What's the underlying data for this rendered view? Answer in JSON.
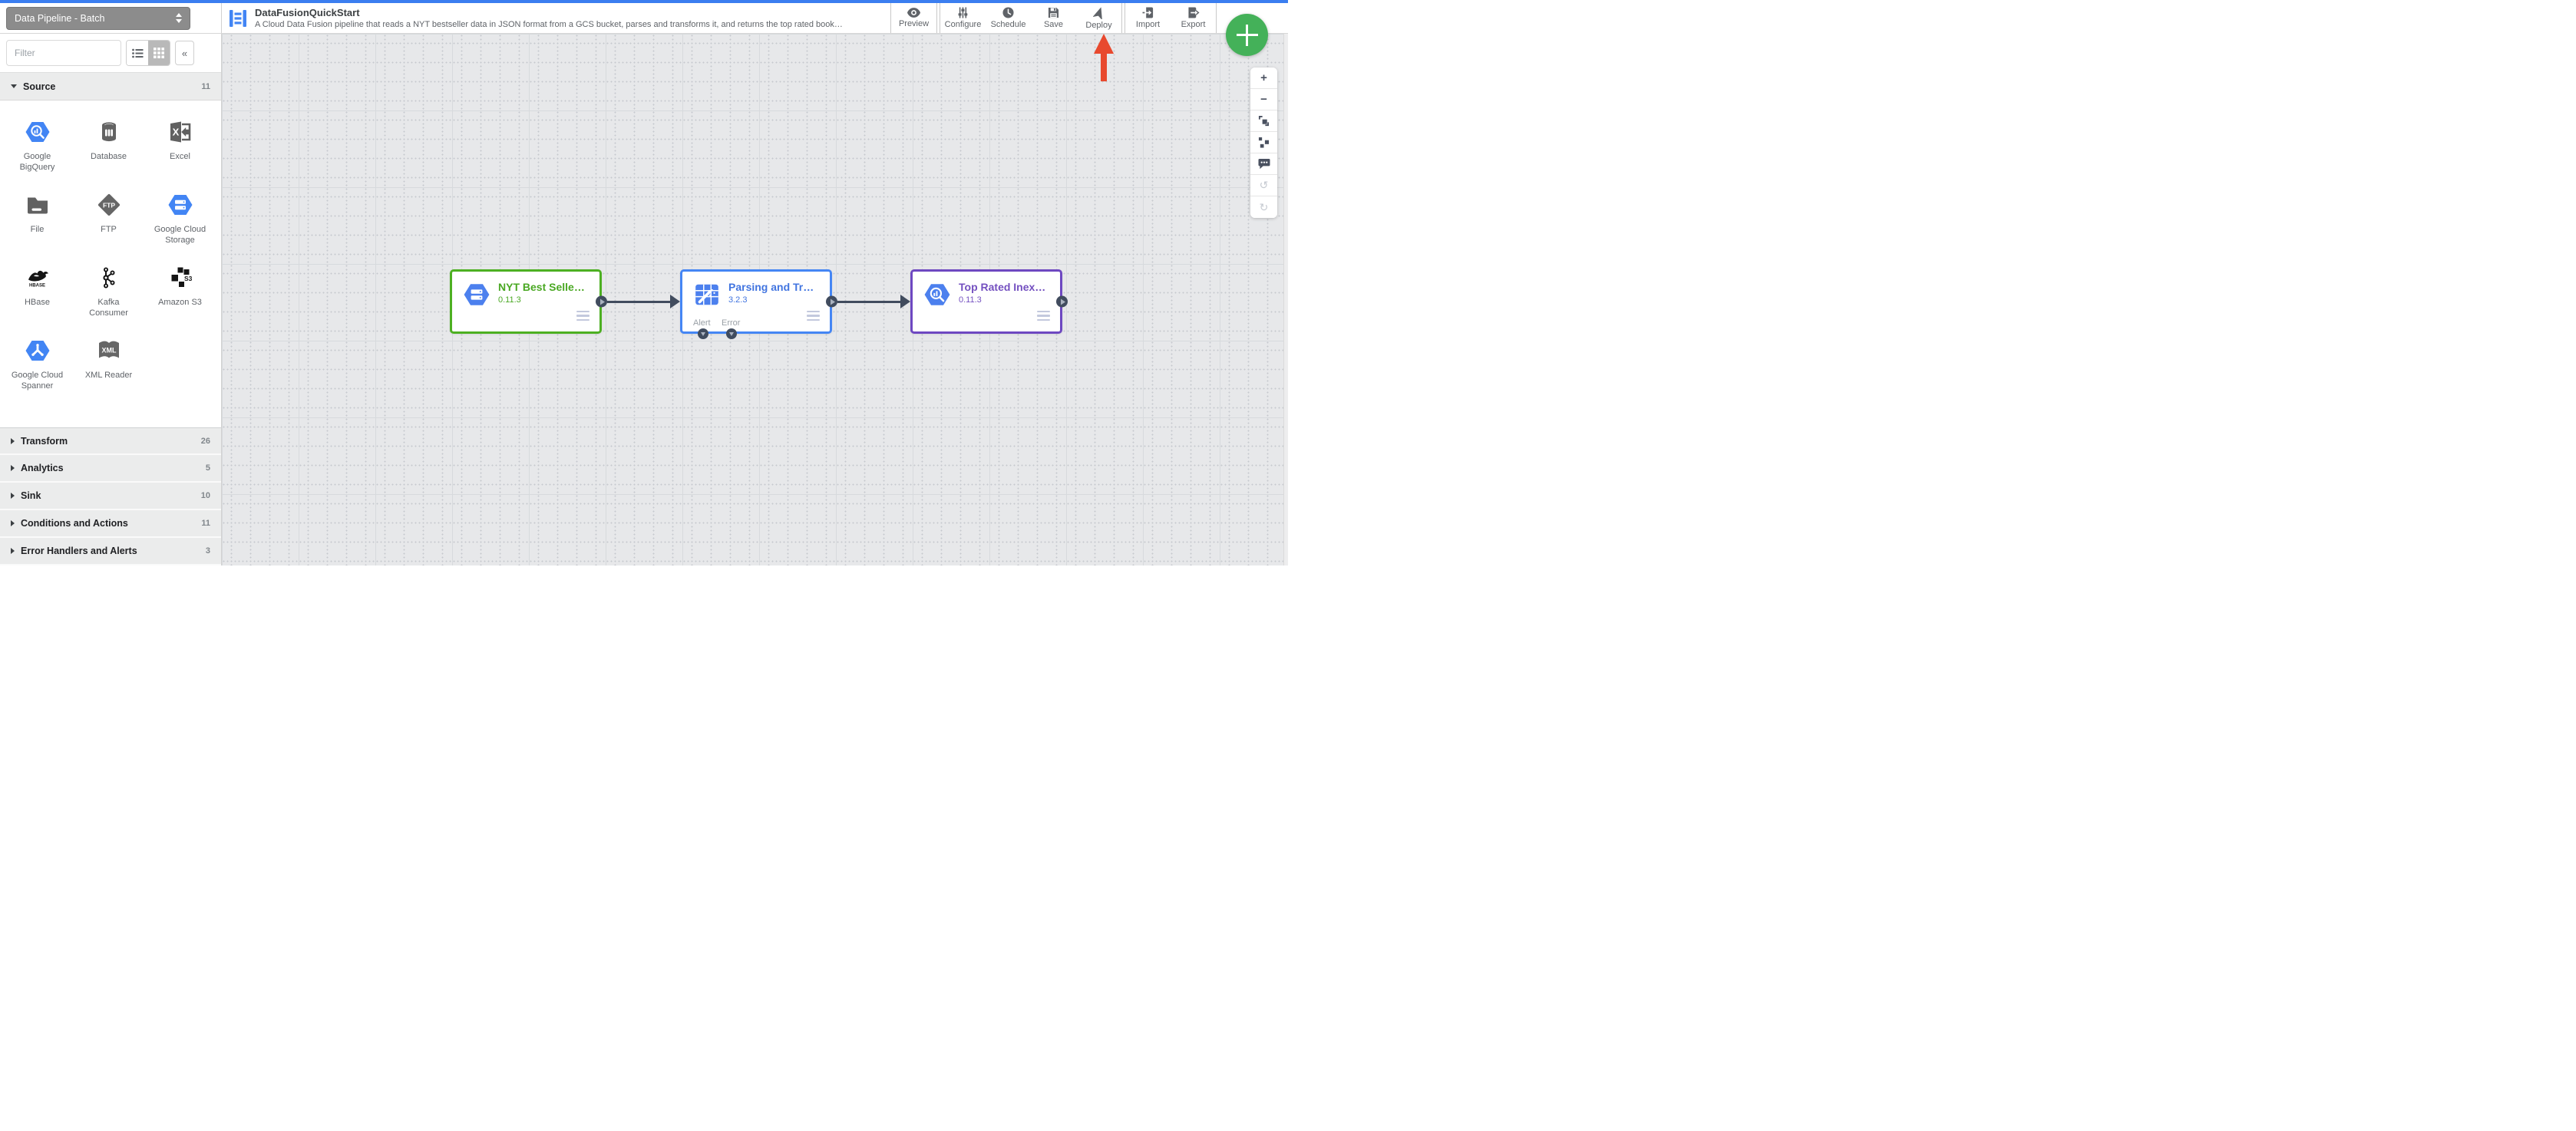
{
  "colors": {
    "top_bar_blue": "#3b7ef0",
    "node_green": "#4db022",
    "node_blue": "#4586f4",
    "node_purple": "#6e48c1",
    "fab_green": "#44b159",
    "annotation_arrow_red": "#e8492e",
    "port_dark": "#414c5e",
    "gcp_icon_blue": "#4285f4"
  },
  "pipeline_selector": {
    "value": "Data Pipeline - Batch"
  },
  "header": {
    "title": "DataFusionQuickStart",
    "description": "A Cloud Data Fusion pipeline that reads a NYT bestseller data in JSON format from a GCS bucket, parses and transforms it, and returns the top rated book…",
    "actions": [
      {
        "label": "Preview"
      },
      {
        "label": "Configure"
      },
      {
        "label": "Schedule"
      },
      {
        "label": "Save"
      },
      {
        "label": "Deploy"
      },
      {
        "label": "Import"
      },
      {
        "label": "Export"
      }
    ]
  },
  "sidebar": {
    "filter_placeholder": "Filter",
    "source_section": {
      "label": "Source",
      "count": "11"
    },
    "source_items": [
      "Google BigQuery",
      "Database",
      "Excel",
      "File",
      "FTP",
      "Google Cloud Storage",
      "HBase",
      "Kafka Consumer",
      "Amazon S3",
      "Google Cloud Spanner",
      "XML Reader"
    ],
    "collapsed_sections": [
      {
        "label": "Transform",
        "count": "26"
      },
      {
        "label": "Analytics",
        "count": "5"
      },
      {
        "label": "Sink",
        "count": "10"
      },
      {
        "label": "Conditions and Actions",
        "count": "11"
      },
      {
        "label": "Error Handlers and Alerts",
        "count": "3"
      }
    ]
  },
  "canvas": {
    "nodes": [
      {
        "title": "NYT Best Selle…",
        "version": "0.11.3",
        "color": "#4db022"
      },
      {
        "title": "Parsing and Tr…",
        "version": "3.2.3",
        "color": "#4586f4",
        "ports": [
          {
            "label": "Alert"
          },
          {
            "label": "Error"
          }
        ]
      },
      {
        "title": "Top Rated Inex…",
        "version": "0.11.3",
        "color": "#6e48c1"
      }
    ]
  },
  "zoom_controls": [
    "zoom-in",
    "zoom-out",
    "fit-to-screen",
    "auto-align",
    "comment",
    "undo",
    "redo"
  ],
  "icons": {
    "collapse": "«",
    "zoom_in": "+",
    "zoom_out": "−",
    "undo": "↺",
    "redo": "↻"
  }
}
